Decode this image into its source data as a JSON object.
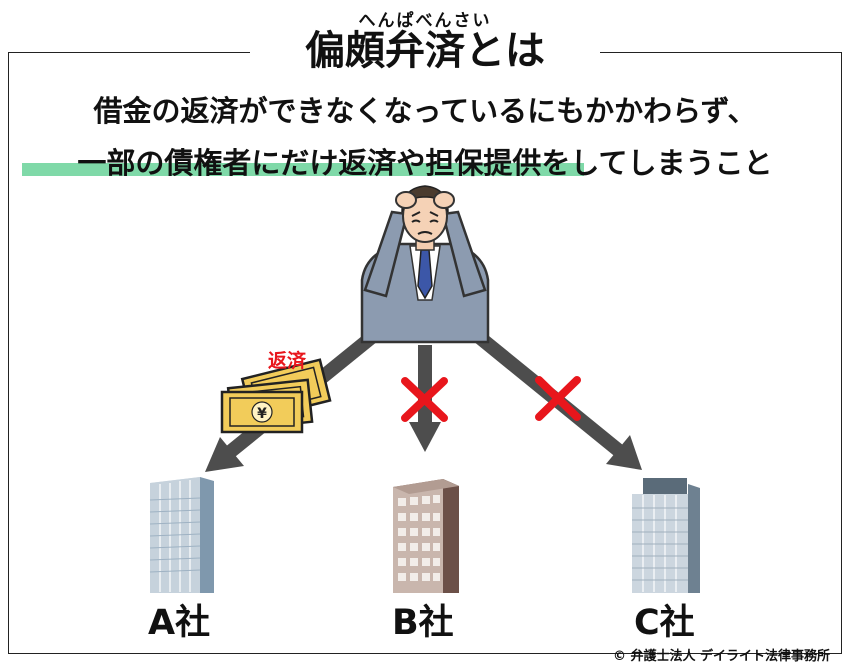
{
  "title": {
    "ruby": "へんぱべんさい",
    "main": "偏頗弁済とは"
  },
  "description": {
    "line1": "借金の返済ができなくなっているにもかかわらず、",
    "line2": "一部の債権者にだけ返済や担保提供をしてしまうこと"
  },
  "payment_label": "返済",
  "money_symbol": "¥",
  "companies": [
    {
      "label": "A社",
      "status": "paid"
    },
    {
      "label": "B社",
      "status": "not-paid"
    },
    {
      "label": "C社",
      "status": "not-paid"
    }
  ],
  "footer": "© 弁護士法人 デイライト法律事務所",
  "colors": {
    "highlight": "#7fd9a8",
    "cross": "#e8161c",
    "arrow": "#4d4d4d",
    "bill": "#f2cc5a"
  }
}
